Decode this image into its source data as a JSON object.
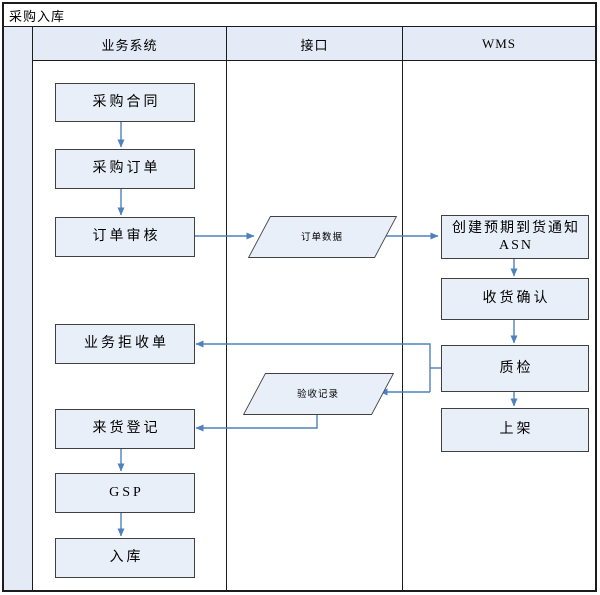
{
  "title": "采购入库",
  "lanes": [
    {
      "id": "business-system",
      "label": "业务系统"
    },
    {
      "id": "interface",
      "label": "接口"
    },
    {
      "id": "wms",
      "label": "WMS"
    }
  ],
  "nodes": {
    "purchase_contract": "采购合同",
    "purchase_order": "采购订单",
    "order_review": "订单审核",
    "order_data": "订单数据",
    "create_asn_line1": "创建预期到货通知",
    "create_asn_line2": "ASN",
    "receipt_confirmation": "收货确认",
    "business_rejection": "业务拒收单",
    "quality_inspection": "质检",
    "acceptance_record": "验收记录",
    "arrival_registration": "来货登记",
    "gsp": "GSP",
    "shelving": "上架",
    "warehouse_inbound": "入库"
  },
  "edges": [
    {
      "from": "purchase_contract",
      "to": "purchase_order"
    },
    {
      "from": "purchase_order",
      "to": "order_review"
    },
    {
      "from": "order_review",
      "to": "order_data"
    },
    {
      "from": "order_data",
      "to": "create_asn"
    },
    {
      "from": "create_asn",
      "to": "receipt_confirmation"
    },
    {
      "from": "receipt_confirmation",
      "to": "quality_inspection"
    },
    {
      "from": "quality_inspection",
      "to": "shelving"
    },
    {
      "from": "quality_inspection",
      "to": "business_rejection"
    },
    {
      "from": "quality_inspection",
      "to": "acceptance_record"
    },
    {
      "from": "acceptance_record",
      "to": "arrival_registration"
    },
    {
      "from": "arrival_registration",
      "to": "gsp"
    },
    {
      "from": "gsp",
      "to": "warehouse_inbound"
    }
  ],
  "colors": {
    "node_fill": "#e9eff9",
    "band_fill": "#e4ebf6",
    "node_border": "#404040",
    "arrow_color": "#4f81bd"
  }
}
